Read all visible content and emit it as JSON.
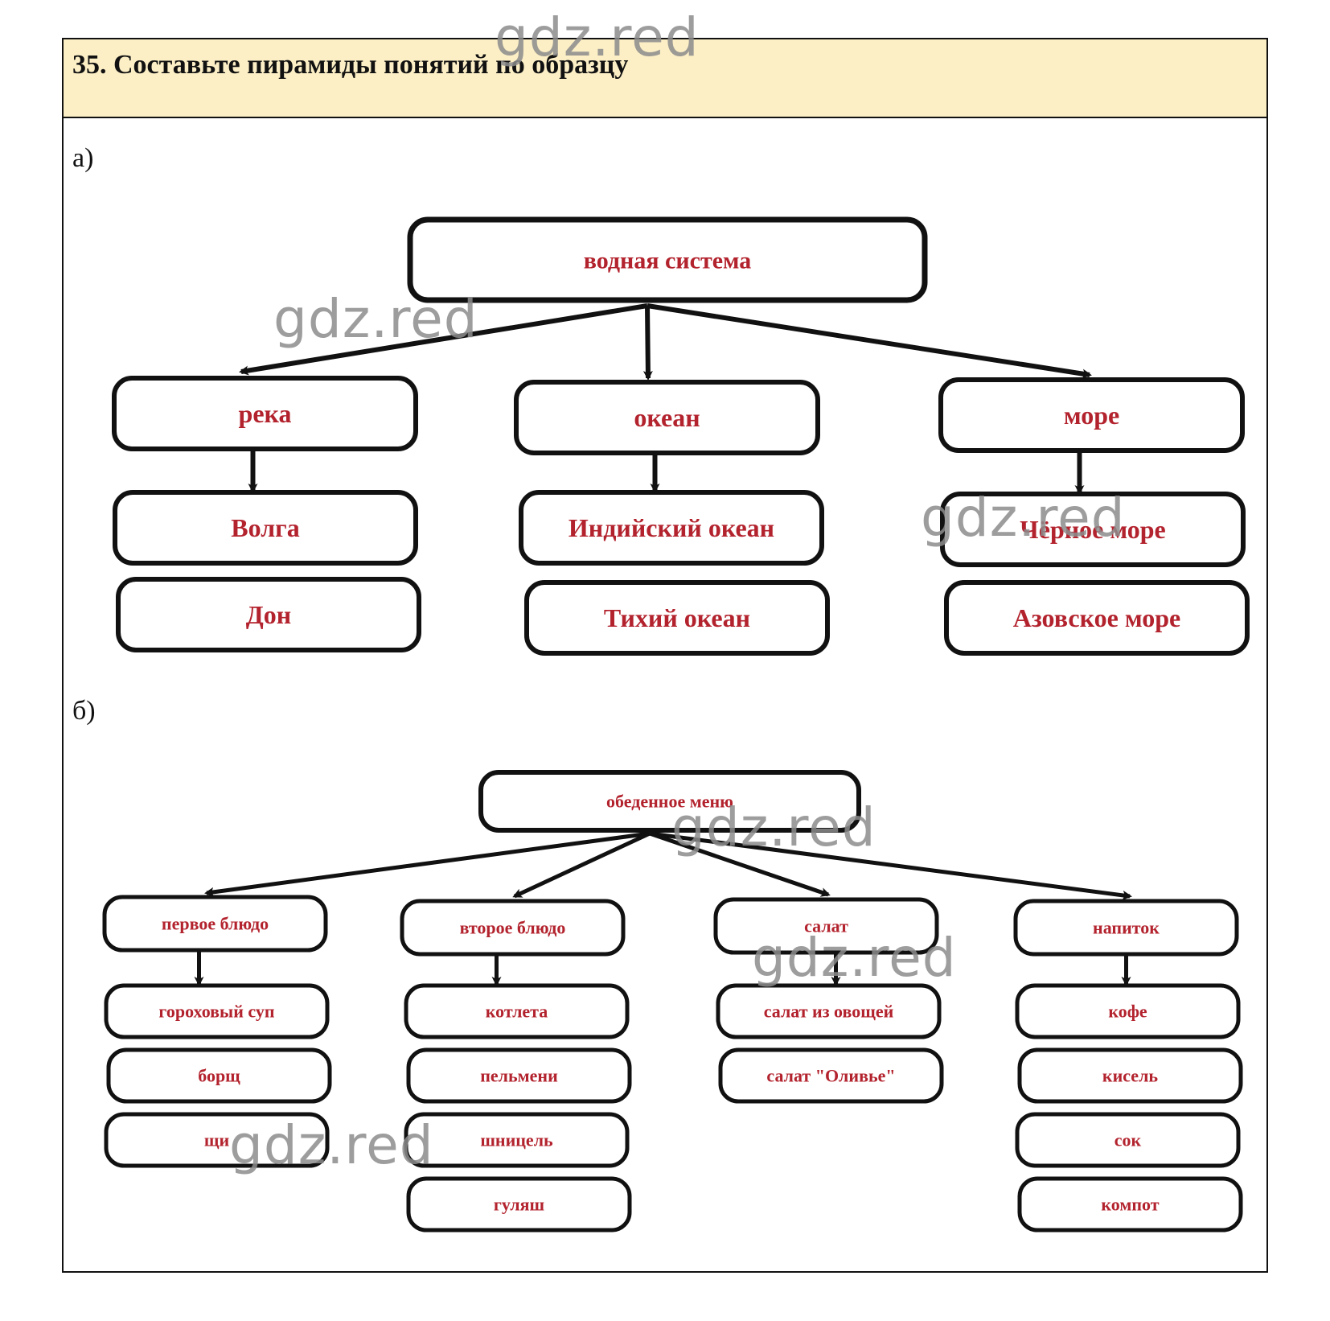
{
  "task": {
    "title": "35. Составьте пирамиды понятий по образцу",
    "part_a_label": "а)",
    "part_b_label": "б)"
  },
  "watermark": "gdz.red",
  "colors": {
    "header_bg": "#fcefc6",
    "text_red": "#b3232e",
    "border": "#111111"
  },
  "part_a": {
    "root": "водная система",
    "groups": [
      {
        "category": "река",
        "items": [
          "Волга",
          "Дон"
        ]
      },
      {
        "category": "океан",
        "items": [
          "Индийский океан",
          "Тихий океан"
        ]
      },
      {
        "category": "море",
        "items": [
          "Чёрное море",
          "Азовское море"
        ]
      }
    ]
  },
  "part_b": {
    "root": "обеденное меню",
    "groups": [
      {
        "category": "первое блюдо",
        "items": [
          "гороховый суп",
          "борщ",
          "щи"
        ]
      },
      {
        "category": "второе блюдо",
        "items": [
          "котлета",
          "пельмени",
          "шницель",
          "гуляш"
        ]
      },
      {
        "category": "салат",
        "items": [
          "салат из овощей",
          "салат \"Оливье\""
        ]
      },
      {
        "category": "напиток",
        "items": [
          "кофе",
          "кисель",
          "сок",
          "компот"
        ]
      }
    ]
  }
}
